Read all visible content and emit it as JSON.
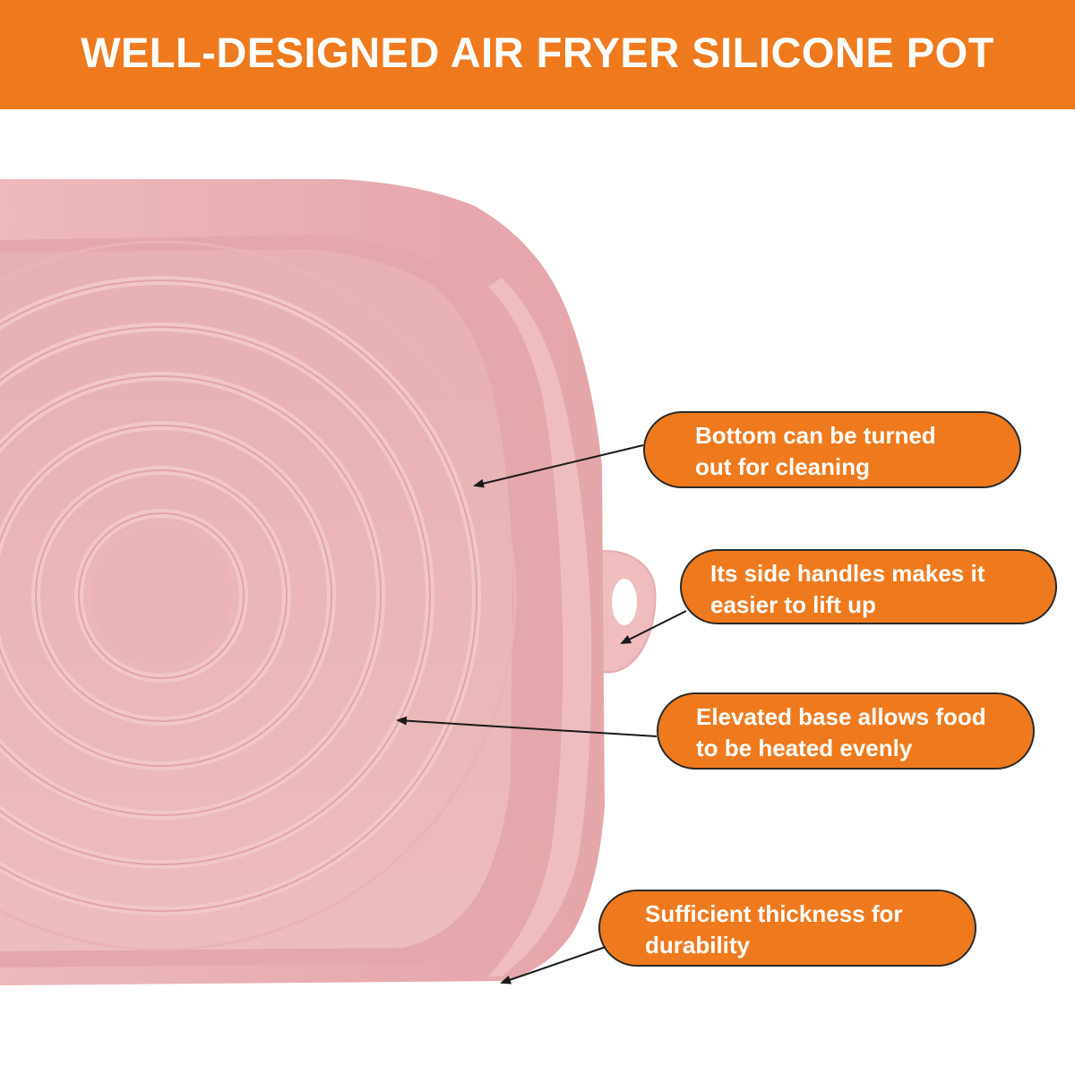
{
  "colors": {
    "accent": "#ef7a1e",
    "pot_pink": "#e8b0b2",
    "pot_light": "#efbdbd",
    "text_on_accent": "#ffffff"
  },
  "header": {
    "title": "WELL-DESIGNED AIR FRYER SILICONE POT"
  },
  "product": {
    "icon": "silicone-pot-image"
  },
  "callouts": [
    {
      "text": "Bottom can be turned\nout for cleaning"
    },
    {
      "text": " Its side handles makes it\neasier to lift up"
    },
    {
      "text": "Elevated base allows food\nto be heated evenly"
    },
    {
      "text": "Sufficient thickness for\ndurability"
    }
  ]
}
